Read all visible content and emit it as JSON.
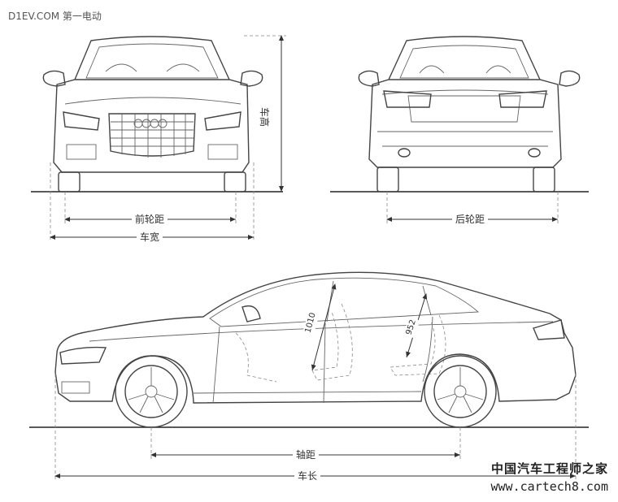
{
  "watermarks": {
    "top_left": "D1EV.COM 第一电动",
    "bottom_right_cn": "中国汽车工程师之家",
    "bottom_right_url": "www.cartech8.com"
  },
  "dimensions": {
    "height": "车高",
    "front_track": "前轮距",
    "width": "车宽",
    "rear_track": "后轮距",
    "headroom_front": "1010",
    "headroom_rear": "952",
    "wheelbase": "轴距",
    "length": "车长"
  },
  "views": [
    "front-view",
    "rear-view",
    "side-view"
  ]
}
